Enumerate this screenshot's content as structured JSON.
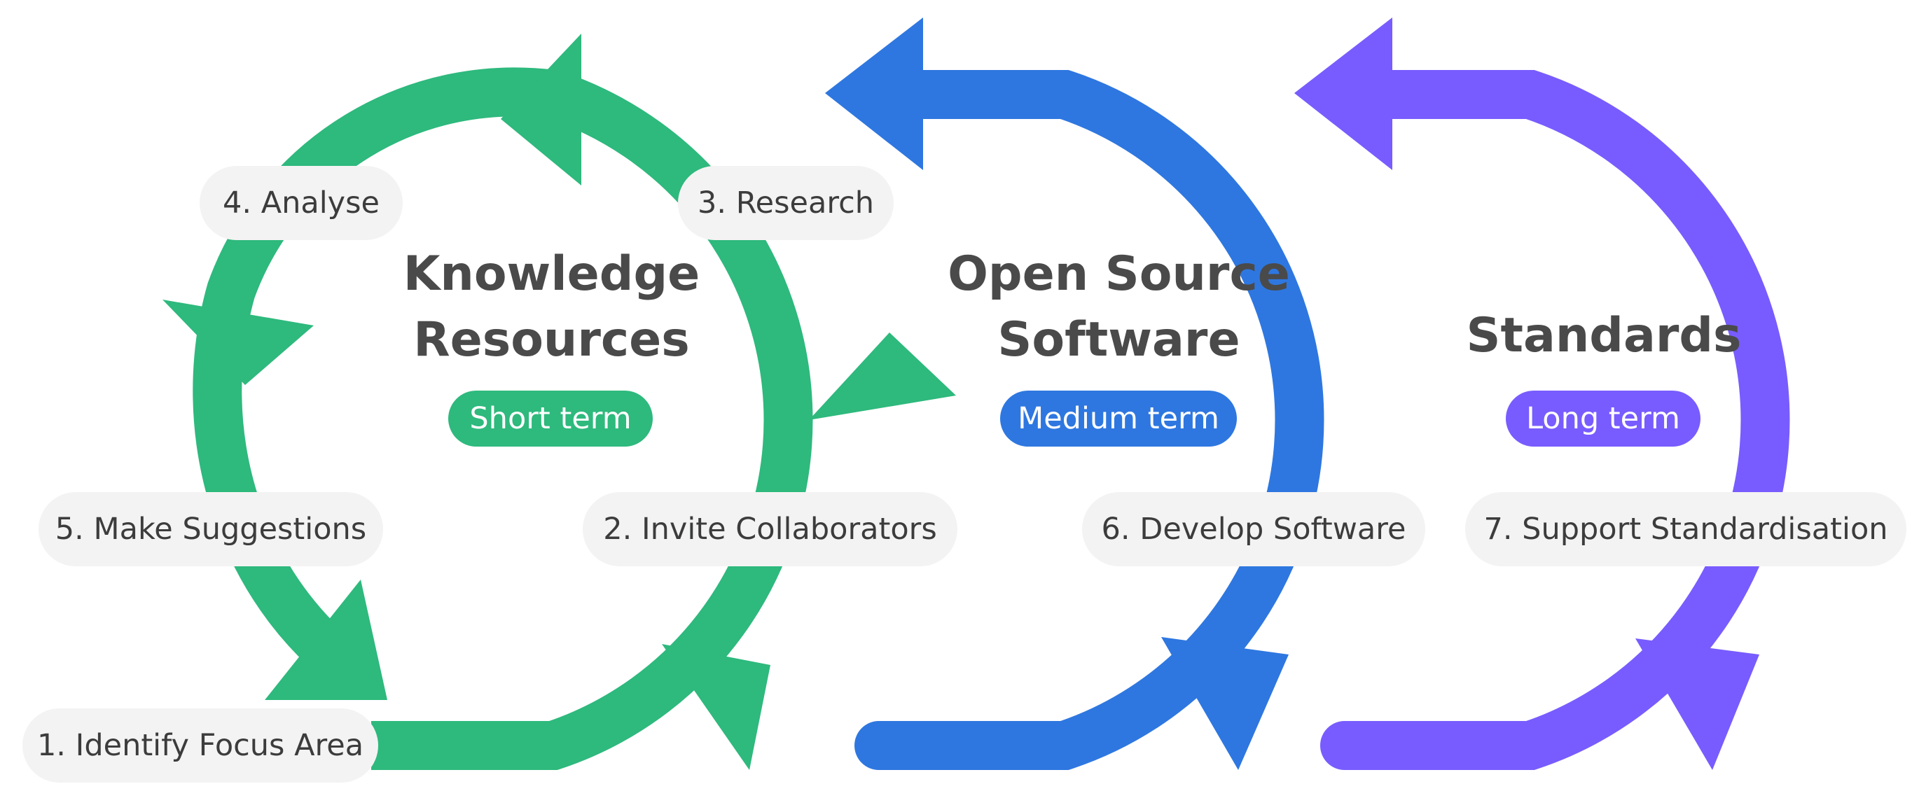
{
  "colors": {
    "green": "#2eb97d",
    "blue": "#2e77e0",
    "purple": "#785cff",
    "pill_bg": "#f4f3f3",
    "text": "#3c3c3c"
  },
  "groups": {
    "knowledge": {
      "title_line1": "Knowledge",
      "title_line2": "Resources",
      "term": "Short term"
    },
    "software": {
      "title_line1": "Open Source",
      "title_line2": "Software",
      "term": "Medium term"
    },
    "standards": {
      "title_line1": "Standards",
      "term": "Long term"
    }
  },
  "steps": {
    "s1": "1. Identify Focus Area",
    "s2": "2. Invite Collaborators",
    "s3": "3. Research",
    "s4": "4. Analyse",
    "s5": "5. Make Suggestions",
    "s6": "6. Develop Software",
    "s7": "7. Support Standardisation"
  }
}
